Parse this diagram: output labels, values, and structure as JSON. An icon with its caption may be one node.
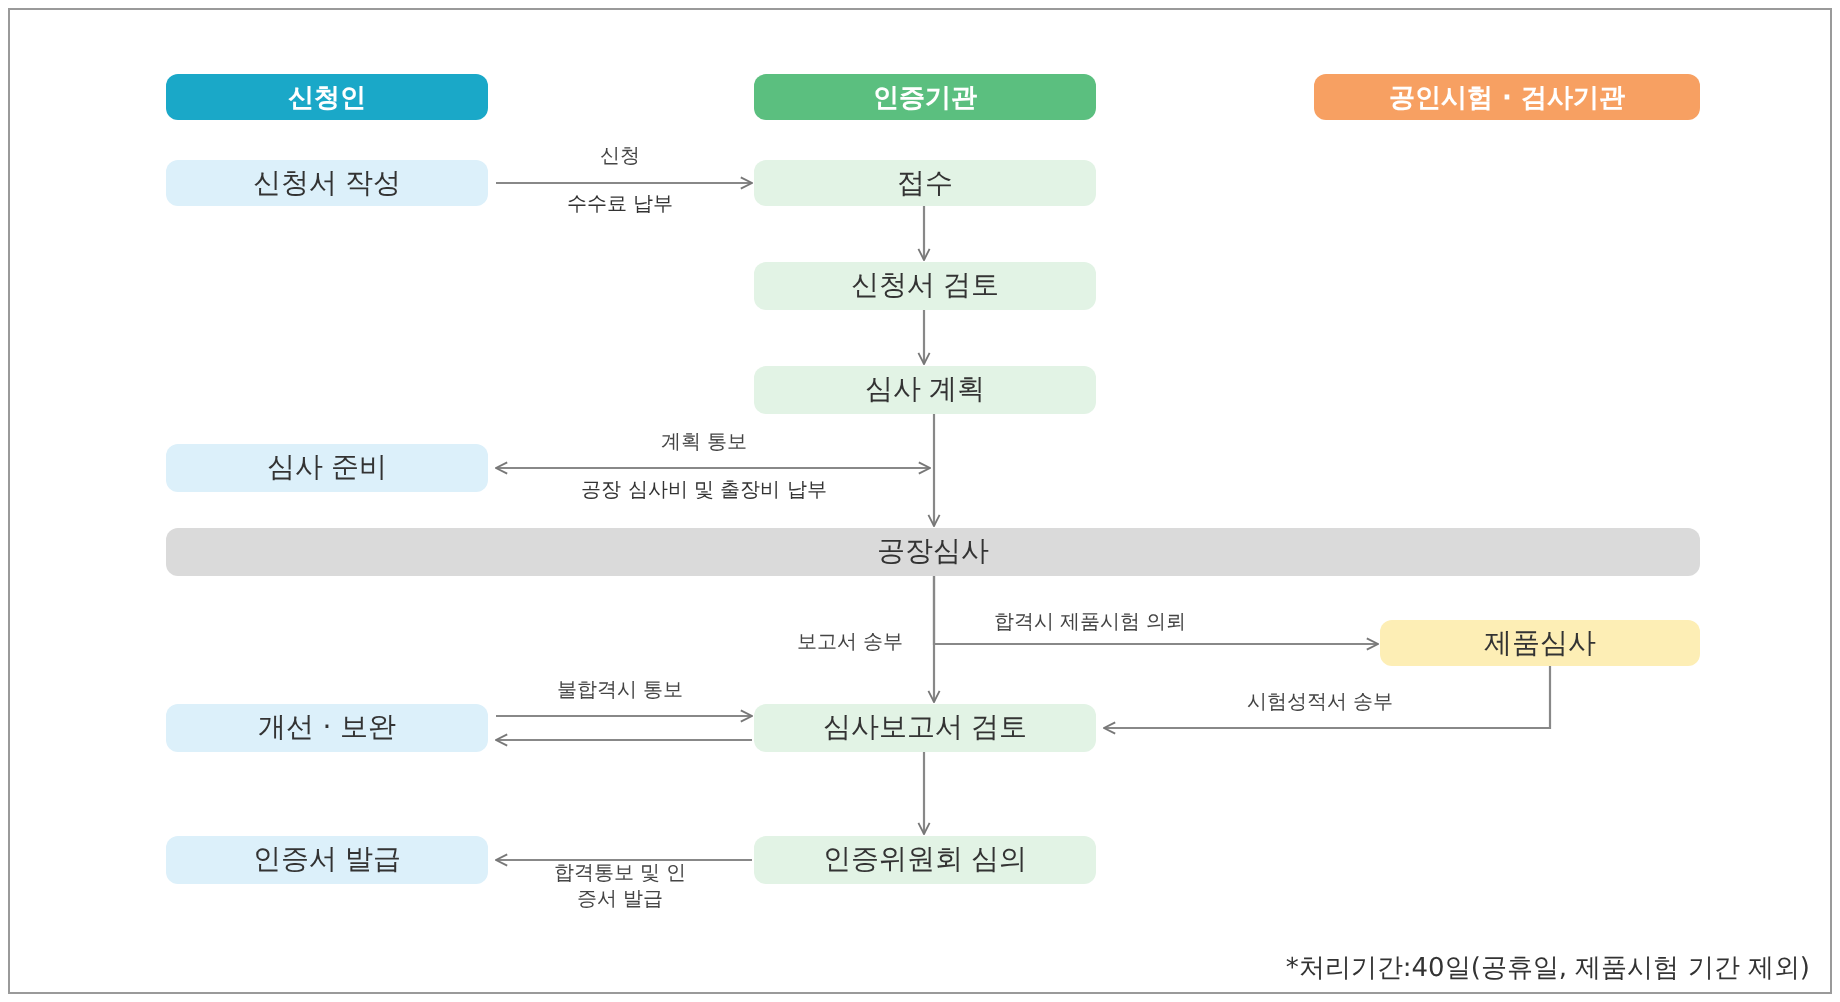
{
  "diagram": {
    "nodes": [
      {
        "text": [
          "신청인"
        ]
      },
      {
        "text": [
          "인증기관"
        ]
      },
      {
        "text": [
          "공인시험 · 검사기관"
        ]
      },
      {
        "text": [
          "신청서 작성"
        ]
      },
      {
        "text": [
          "접수"
        ]
      },
      {
        "text": [
          "신청서 검토"
        ]
      },
      {
        "text": [
          "심사 계획"
        ]
      },
      {
        "text": [
          "심사 준비"
        ]
      },
      {
        "text": [
          "공장심사"
        ]
      },
      {
        "text": [
          "제품심사"
        ]
      },
      {
        "text": [
          "개선 · 보완"
        ]
      },
      {
        "text": [
          "심사보고서 검토"
        ]
      },
      {
        "text": [
          "인증서 발급"
        ]
      },
      {
        "text": [
          "인증위원회 심의"
        ]
      }
    ],
    "edges": [
      {
        "from": 3,
        "to": 4,
        "arrow": "to",
        "label": "신청"
      },
      {
        "from": 4,
        "to": 5,
        "arrow": "to"
      },
      {
        "from": 5,
        "to": 6,
        "arrow": "to"
      },
      {
        "from": 6,
        "to": 8,
        "arrow": "to"
      },
      {
        "from": 7,
        "to": null,
        "arrow": "both",
        "label": "계획 통보"
      },
      {
        "from": 8,
        "to": 11,
        "arrow": "to",
        "label": "보고서 송부"
      },
      {
        "from": 8,
        "to": 9,
        "arrow": "to",
        "label": "합격시 제품시험 의뢰"
      },
      {
        "from": 9,
        "to": 11,
        "arrow": "to",
        "label": "시험성적서 송부"
      },
      {
        "from": 10,
        "to": 11,
        "arrow": "to",
        "label": "불합격시 통보"
      },
      {
        "from": 11,
        "to": 10,
        "arrow": "to"
      },
      {
        "from": 11,
        "to": 13,
        "arrow": "to"
      },
      {
        "from": 13,
        "to": 12,
        "arrow": "to",
        "label": "합격통보 및 인증서 발급"
      }
    ],
    "labels": [
      "수수료 납부",
      "공장 심사비 및 출장비 납부",
      "*처리기간:40일(공휴일, 제품시험 기간 제외)"
    ]
  }
}
